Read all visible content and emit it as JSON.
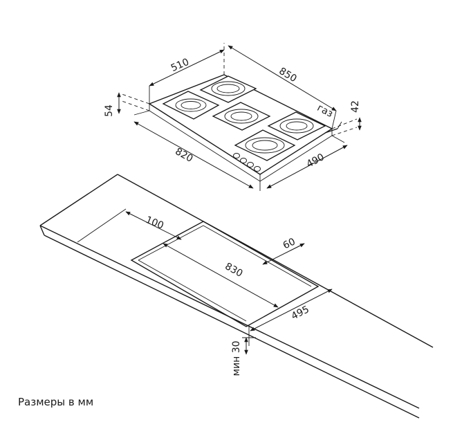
{
  "hob": {
    "dim_width_top": "850",
    "dim_depth_top": "510",
    "dim_width_bottom": "820",
    "dim_depth_bottom": "490",
    "dim_height": "54",
    "dim_body_height": "42",
    "gas_label": "газ"
  },
  "cutout": {
    "dim_back_offset": "100",
    "dim_side_offset": "60",
    "dim_length": "830",
    "dim_depth": "495",
    "dim_min_thickness": "мин 30"
  },
  "caption": "Размеры в мм"
}
